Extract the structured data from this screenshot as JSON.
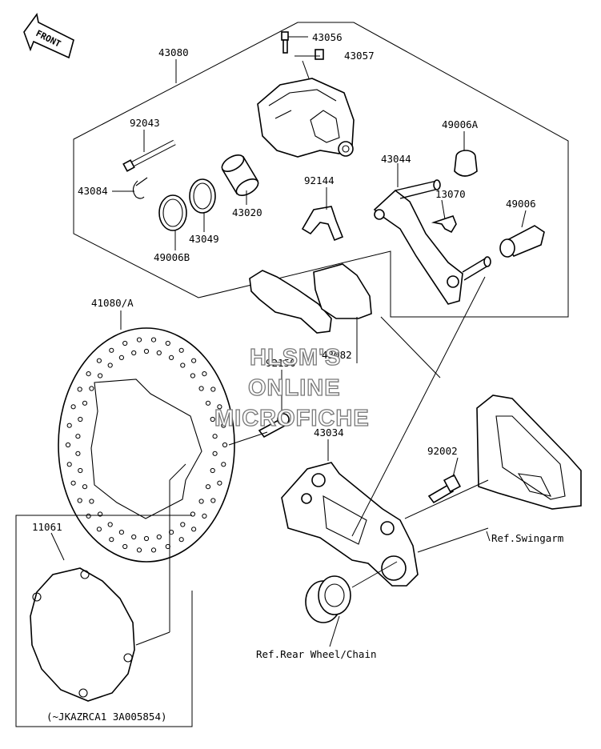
{
  "front_arrow": {
    "label": "FRONT"
  },
  "watermark": {
    "line1": "HLSM'S",
    "line2": "ONLINE",
    "line3": "MICROFICHE"
  },
  "callouts": {
    "p43056": "43056",
    "p43057": "43057",
    "p43080": "43080",
    "p92043": "92043",
    "p49006A": "49006A",
    "p43044": "43044",
    "p43084": "43084",
    "p92144": "92144",
    "p13070": "13070",
    "p49006": "49006",
    "p43020": "43020",
    "p43049": "43049",
    "p49006B": "49006B",
    "p41080A": "41080/A",
    "p92150": "92150",
    "p43082": "43082",
    "p43034": "43034",
    "p92002": "92002",
    "p11061": "11061"
  },
  "references": {
    "swingarm": "Ref.Swingarm",
    "rear_wheel": "Ref.Rear Wheel/Chain"
  },
  "serial_note": "(~JKAZRCA1 3A005854)"
}
